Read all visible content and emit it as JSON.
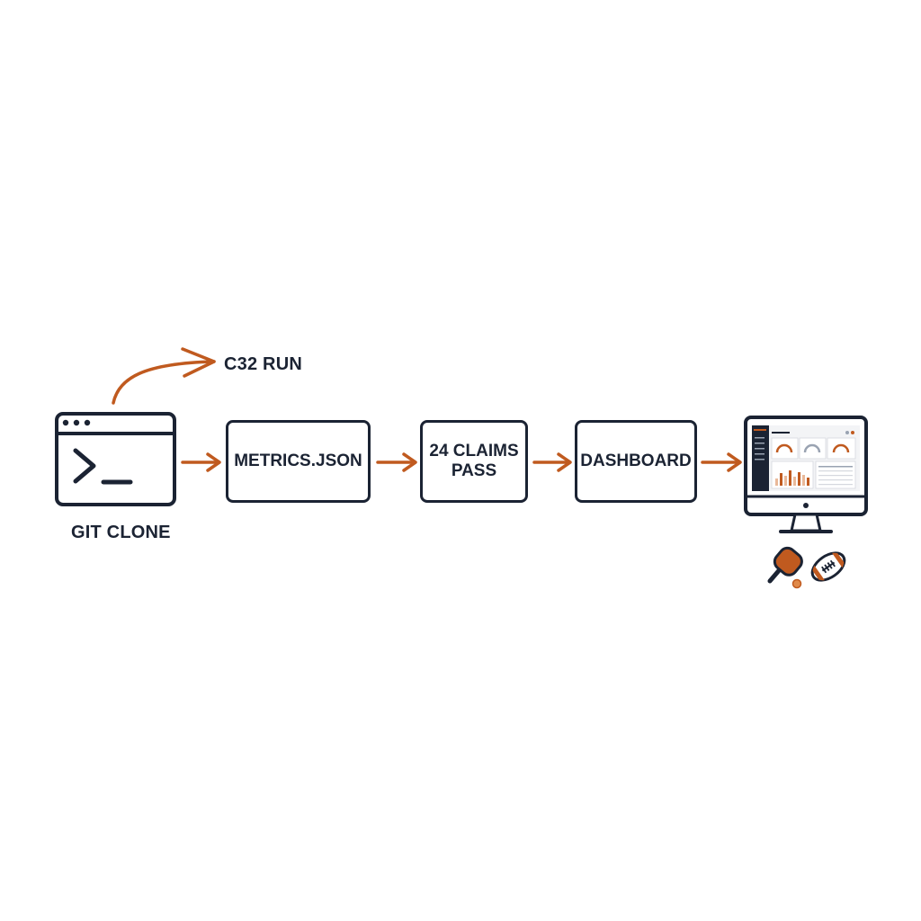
{
  "colors": {
    "ink": "#1b2333",
    "accent": "#c05a1f",
    "accent_light": "#e9b99a"
  },
  "icons": {
    "terminal": "terminal-window-icon",
    "monitor": "monitor-icon",
    "paddle": "pickleball-paddle-icon",
    "football": "football-icon"
  },
  "labels": {
    "run": "C32 RUN",
    "clone": "GIT CLONE"
  },
  "steps": [
    {
      "label": "METRICS.JSON"
    },
    {
      "label": "24 CLAIMS\nPASS"
    },
    {
      "label": "DASHBOARD"
    }
  ]
}
